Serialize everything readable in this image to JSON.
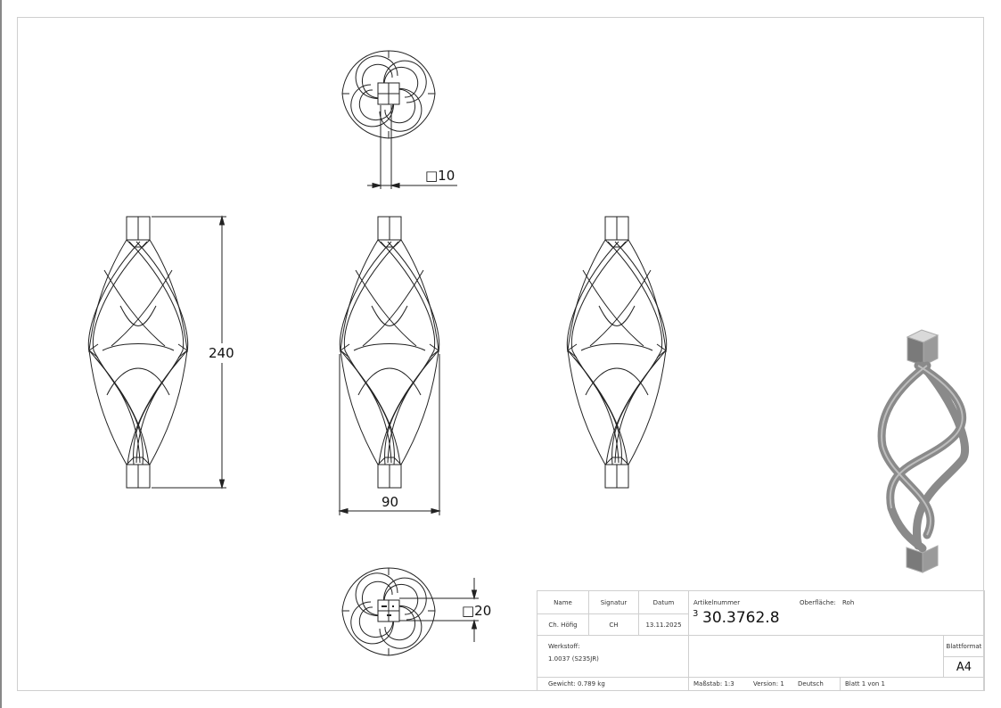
{
  "drawing": {
    "dimensions": {
      "top_view_square": "□10",
      "bottom_view_square": "□20",
      "height": "240",
      "width": "90"
    },
    "views": [
      "top-view",
      "front-view-left",
      "front-view-center",
      "front-view-right",
      "bottom-view",
      "isometric-view"
    ]
  },
  "title_block": {
    "headers": {
      "name": "Name",
      "signatur": "Signatur",
      "datum": "Datum"
    },
    "values": {
      "name": "Ch. Höfig",
      "signatur": "CH",
      "datum": "13.11.2025"
    },
    "artikelnummer_label": "Artikelnummer",
    "artikelnummer_prefix": "3",
    "artikelnummer": "30.3762.8",
    "oberflaeche_label": "Oberfläche:",
    "oberflaeche_value": "Roh",
    "werkstoff_label": "Werkstoff:",
    "werkstoff_value": "1.0037 (S235JR)",
    "blattformat_label": "Blattformat",
    "blattformat_value": "A4",
    "gewicht": "Gewicht: 0.789 kg",
    "massstab": "Maßstab: 1:3",
    "version": "Version: 1",
    "sprache": "Deutsch",
    "blatt": "Blatt 1 von 1"
  }
}
